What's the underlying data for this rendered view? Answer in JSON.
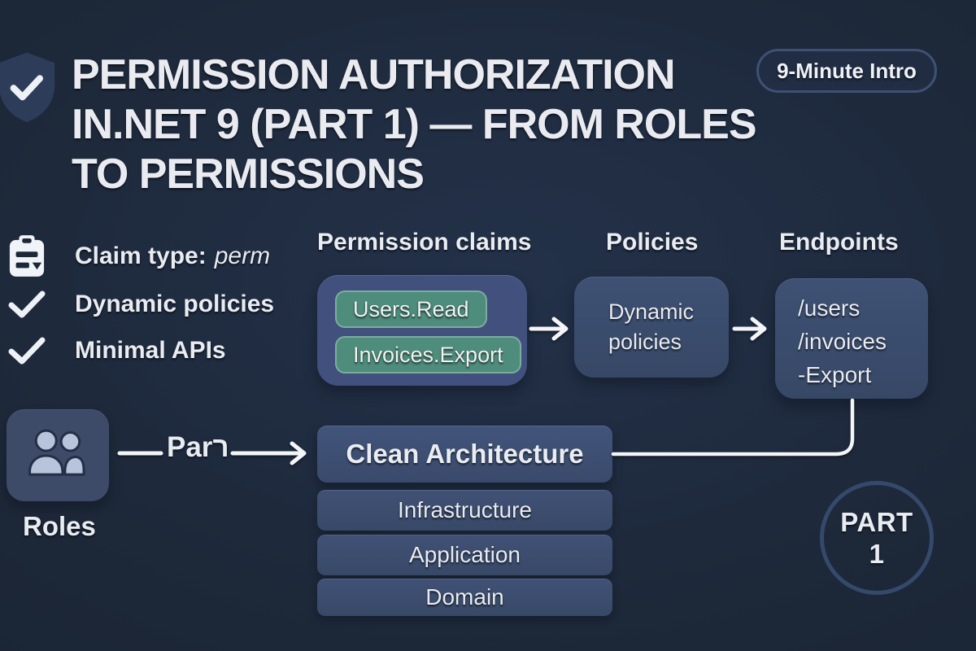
{
  "title": {
    "line1": "PERMISSION AUTHORIZATION",
    "line2": "IN.NET 9 (PART 1) — FROM ROLES",
    "line3": "TO PERMISSIONS"
  },
  "badge_label": "9-Minute Intro",
  "features": [
    {
      "icon": "clipboard-icon",
      "label": "Claim type:",
      "emphasis": "perm"
    },
    {
      "icon": "check-icon",
      "label": "Dynamic policies",
      "emphasis": ""
    },
    {
      "icon": "check-icon",
      "label": "Minimal APIs",
      "emphasis": ""
    }
  ],
  "flow": {
    "claims": {
      "heading": "Permission claims",
      "chips": [
        "Users.Read",
        "Invoices.Export"
      ]
    },
    "policies": {
      "heading": "Policies",
      "label": "Dynamic policies"
    },
    "endpoints": {
      "heading": "Endpoints",
      "lines": [
        "/users",
        "/invoices",
        "-Export"
      ]
    }
  },
  "roles": {
    "label": "Roles",
    "arrow_label": "Parר"
  },
  "architecture": {
    "main": "Clean Architecture",
    "layers": [
      "Infrastructure",
      "Application",
      "Domain"
    ]
  },
  "part_badge": {
    "line1": "PART",
    "line2": "1"
  },
  "colors": {
    "background": "#1d2839",
    "panel_indigo": "#41507c",
    "panel_slate": "#3b4d6f",
    "chip_teal": "#4e8c7b",
    "text": "#e9ecf1",
    "connector": "#f3f5f8",
    "outline": "#3e5175"
  }
}
